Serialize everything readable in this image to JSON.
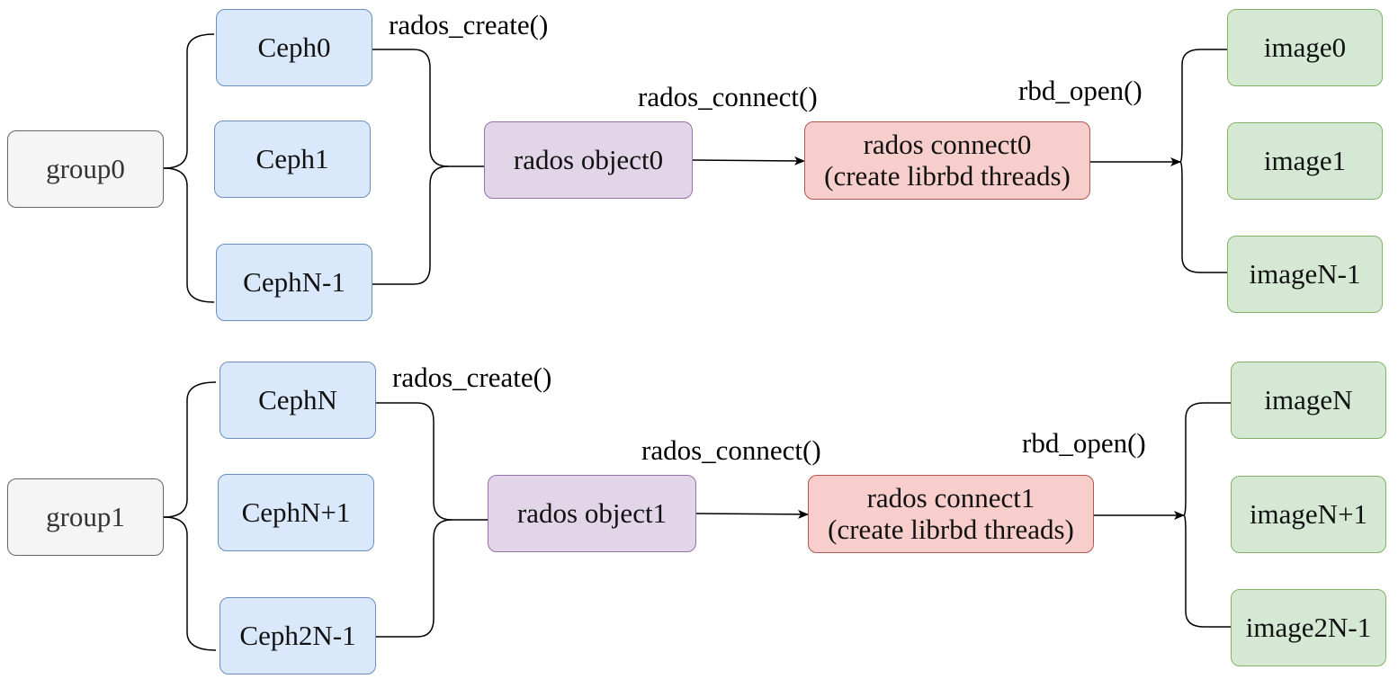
{
  "groups": [
    {
      "group": "group0",
      "ceph": [
        "Ceph0",
        "Ceph1",
        "CephN-1"
      ],
      "create_label": "rados_create()",
      "object": "rados object0",
      "connect_label": "rados_connect()",
      "connection_line1": "rados connect0",
      "connection_line2": "(create librbd threads)",
      "open_label": "rbd_open()",
      "images": [
        "image0",
        "image1",
        "imageN-1"
      ]
    },
    {
      "group": "group1",
      "ceph": [
        "CephN",
        "CephN+1",
        "Ceph2N-1"
      ],
      "create_label": "rados_create()",
      "object": "rados object1",
      "connect_label": "rados_connect()",
      "connection_line1": "rados connect1",
      "connection_line2": "(create librbd threads)",
      "open_label": "rbd_open()",
      "images": [
        "imageN",
        "imageN+1",
        "image2N-1"
      ]
    }
  ]
}
